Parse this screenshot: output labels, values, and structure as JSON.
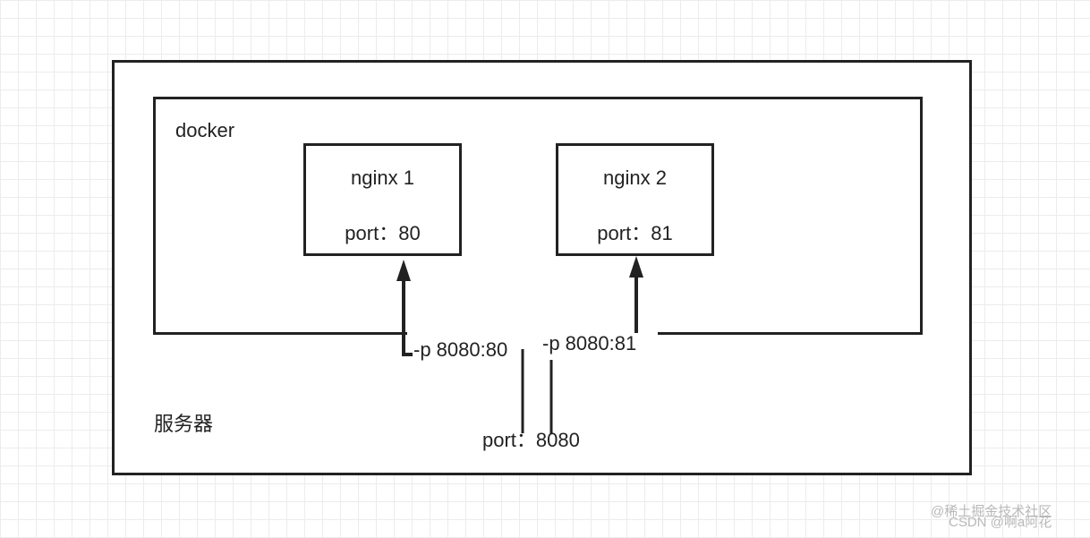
{
  "server": {
    "label": "服务器",
    "port_label": "port：8080"
  },
  "docker": {
    "label": "docker"
  },
  "containers": [
    {
      "name": "nginx 1",
      "port": "port：80"
    },
    {
      "name": "nginx 2",
      "port": "port：81"
    }
  ],
  "mappings": [
    {
      "label": "-p 8080:80"
    },
    {
      "label": "-p 8080:81"
    }
  ],
  "watermark": {
    "line1": "@稀土掘金技术社区",
    "line2": "CSDN @啊a阿花"
  }
}
